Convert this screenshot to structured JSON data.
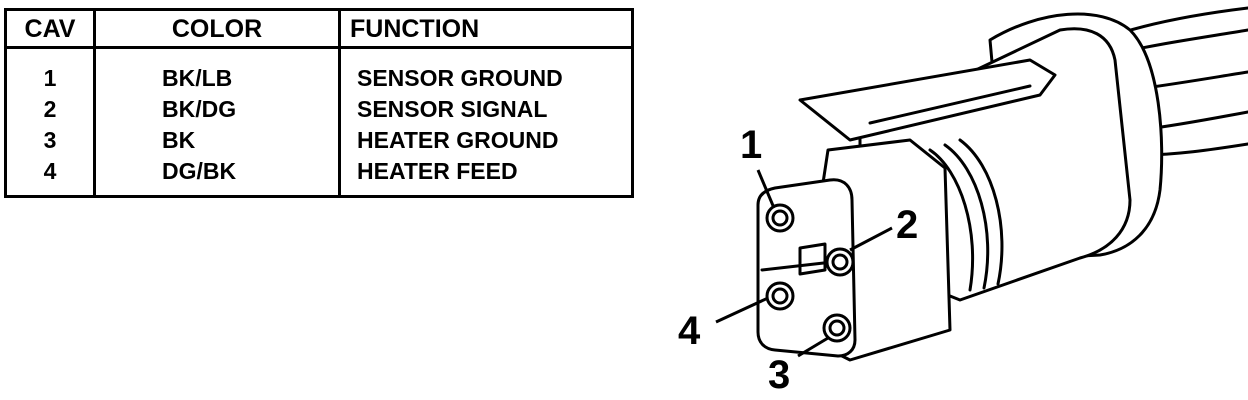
{
  "table": {
    "headers": {
      "cav": "CAV",
      "color": "COLOR",
      "function": "FUNCTION"
    },
    "rows": [
      {
        "cav": "1",
        "color": "BK/LB",
        "function": "SENSOR GROUND"
      },
      {
        "cav": "2",
        "color": "BK/DG",
        "function": "SENSOR SIGNAL"
      },
      {
        "cav": "3",
        "color": "BK",
        "function": "HEATER GROUND"
      },
      {
        "cav": "4",
        "color": "DG/BK",
        "function": "HEATER FEED"
      }
    ]
  },
  "diagram": {
    "callouts": {
      "c1": "1",
      "c2": "2",
      "c3": "3",
      "c4": "4"
    }
  }
}
